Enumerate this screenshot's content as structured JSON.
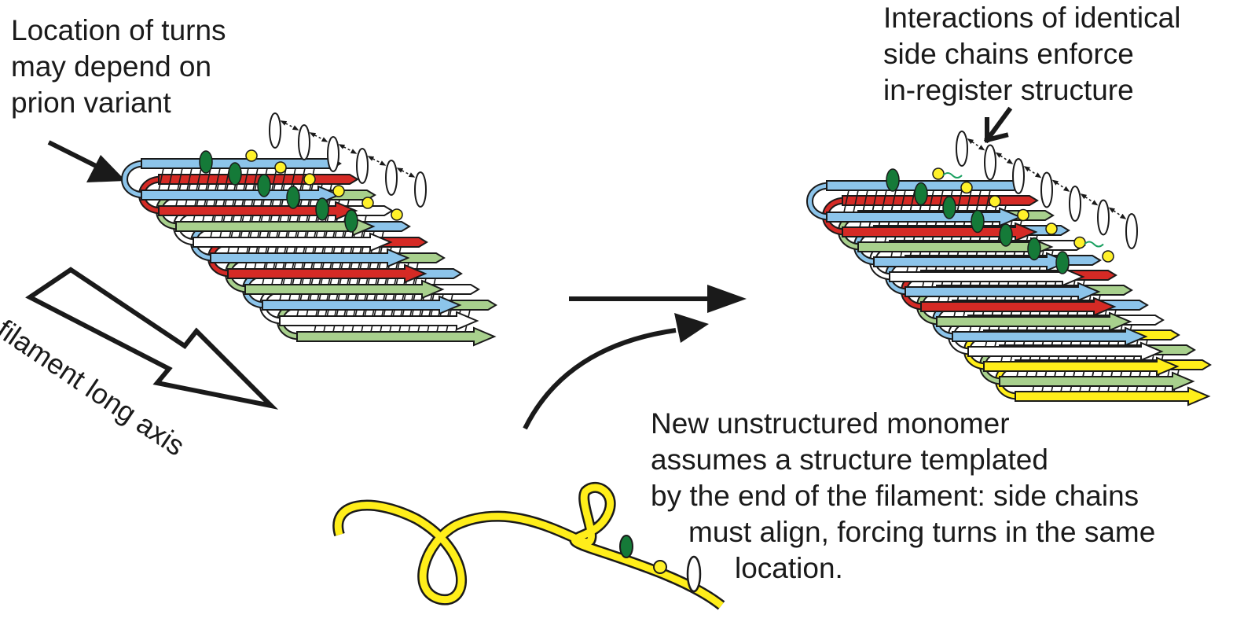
{
  "labels": {
    "turns_note": [
      "Location of turns",
      "may depend on",
      "prion variant"
    ],
    "interactions_note": [
      "Interactions of identical",
      "side chains enforce",
      "in-register structure"
    ],
    "axis_label": "filament long axis",
    "monomer_note": [
      "New unstructured monomer",
      "assumes a structure templated",
      "by the end of the filament: side chains",
      "must align, forcing turns in the same",
      "location."
    ]
  },
  "colors": {
    "blue": "#8cc4ea",
    "red": "#d52a25",
    "green": "#a8d08d",
    "white": "#ffffff",
    "yellow": "#ffee1a",
    "side_chain_green": "#157a38",
    "side_chain_yellow": "#fff12a",
    "outline": "#1a1a1a"
  },
  "stacks": {
    "left": {
      "layers": [
        "blue",
        "red",
        "green",
        "white",
        "blue",
        "red",
        "green",
        "blue",
        "white",
        "green"
      ]
    },
    "right": {
      "layers": [
        "blue",
        "red",
        "green",
        "blue",
        "white",
        "blue",
        "red",
        "green",
        "blue",
        "white",
        "yellow",
        "green",
        "yellow"
      ]
    }
  }
}
